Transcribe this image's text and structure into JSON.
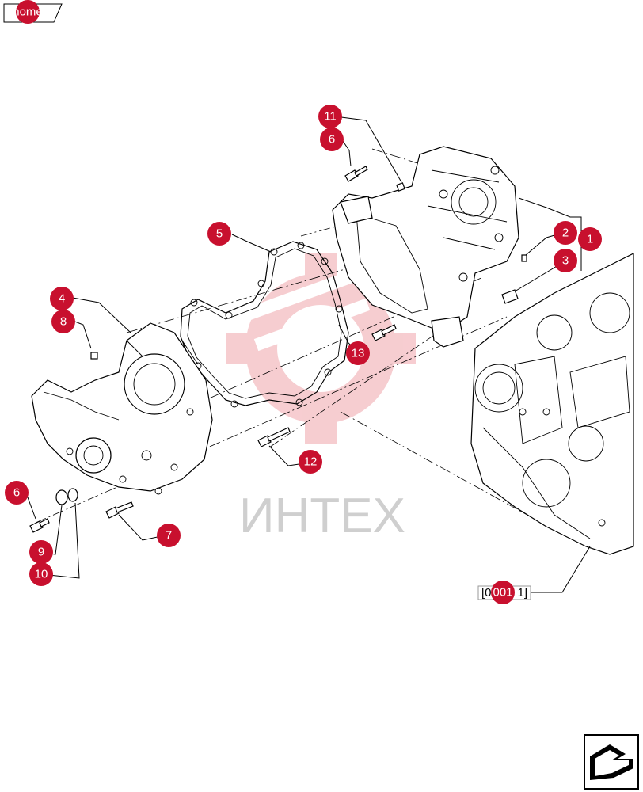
{
  "home_tab": {
    "label": "home"
  },
  "watermark": {
    "text": "ИНТЕХ"
  },
  "callouts": [
    {
      "id": "c11",
      "label": "11"
    },
    {
      "id": "c6a",
      "label": "6"
    },
    {
      "id": "c5",
      "label": "5"
    },
    {
      "id": "c2",
      "label": "2"
    },
    {
      "id": "c1",
      "label": "1"
    },
    {
      "id": "c3",
      "label": "3"
    },
    {
      "id": "c4",
      "label": "4"
    },
    {
      "id": "c8",
      "label": "8"
    },
    {
      "id": "c13",
      "label": "13"
    },
    {
      "id": "c12",
      "label": "12"
    },
    {
      "id": "c6b",
      "label": "6"
    },
    {
      "id": "c7",
      "label": "7"
    },
    {
      "id": "c9",
      "label": "9"
    },
    {
      "id": "c10",
      "label": "10"
    }
  ],
  "reference": {
    "left_text": "[0",
    "label": "001",
    "right_text": "1]"
  },
  "nav": {
    "icon": "back-arrow-icon"
  },
  "colors": {
    "callout": "#c8102e",
    "watermark": "#f4c4c8"
  }
}
